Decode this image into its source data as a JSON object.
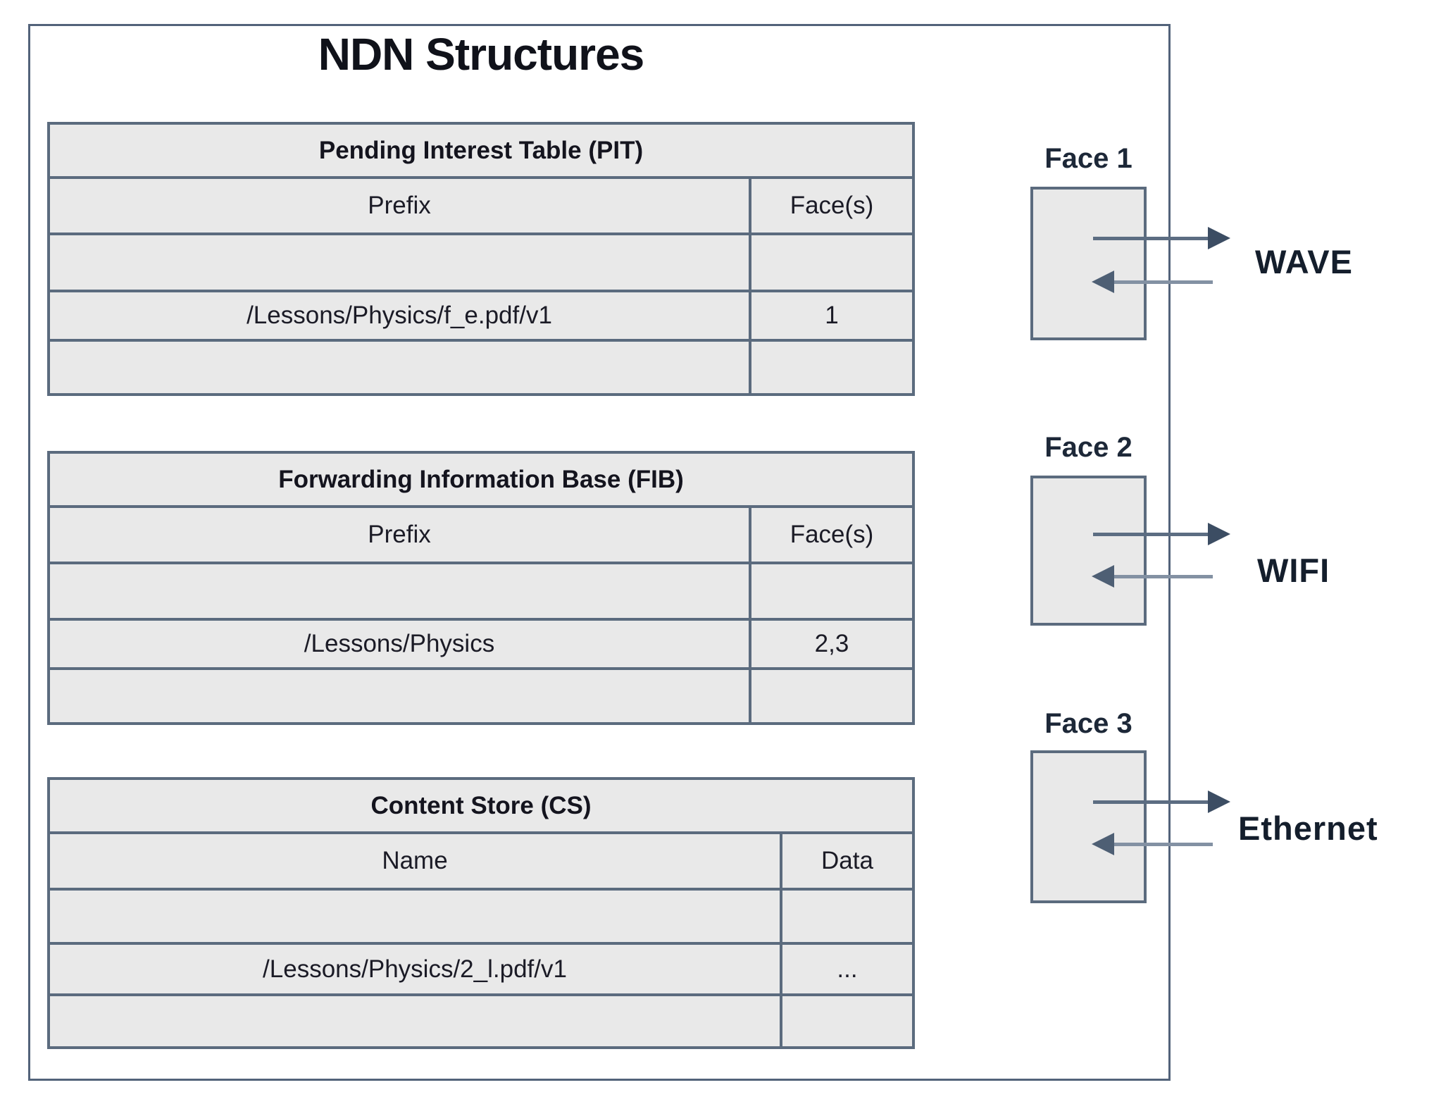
{
  "title": "NDN Structures",
  "tables": {
    "pit": {
      "title": "Pending Interest Table (PIT)",
      "col1": "Prefix",
      "col2": "Face(s)",
      "rows": [
        {
          "c1": "",
          "c2": ""
        },
        {
          "c1": "/Lessons/Physics/f_e.pdf/v1",
          "c2": "1"
        },
        {
          "c1": "",
          "c2": ""
        }
      ]
    },
    "fib": {
      "title": "Forwarding Information Base (FIB)",
      "col1": "Prefix",
      "col2": "Face(s)",
      "rows": [
        {
          "c1": "",
          "c2": ""
        },
        {
          "c1": "/Lessons/Physics",
          "c2": "2,3"
        },
        {
          "c1": "",
          "c2": ""
        }
      ]
    },
    "cs": {
      "title": "Content Store (CS)",
      "col1": "Name",
      "col2": "Data",
      "rows": [
        {
          "c1": "",
          "c2": ""
        },
        {
          "c1": "/Lessons/Physics/2_l.pdf/v1",
          "c2": "..."
        },
        {
          "c1": "",
          "c2": ""
        }
      ]
    }
  },
  "faces": [
    {
      "label": "Face 1",
      "network": "WAVE"
    },
    {
      "label": "Face 2",
      "network": "WIFI"
    },
    {
      "label": "Face 3",
      "network": "Ethernet"
    }
  ],
  "colors": {
    "border": "#5b6b7e",
    "cell_bg": "#e9e9e9",
    "outgoing_arrow": "#3c4d63",
    "incoming_arrow": "#4e5f74"
  }
}
